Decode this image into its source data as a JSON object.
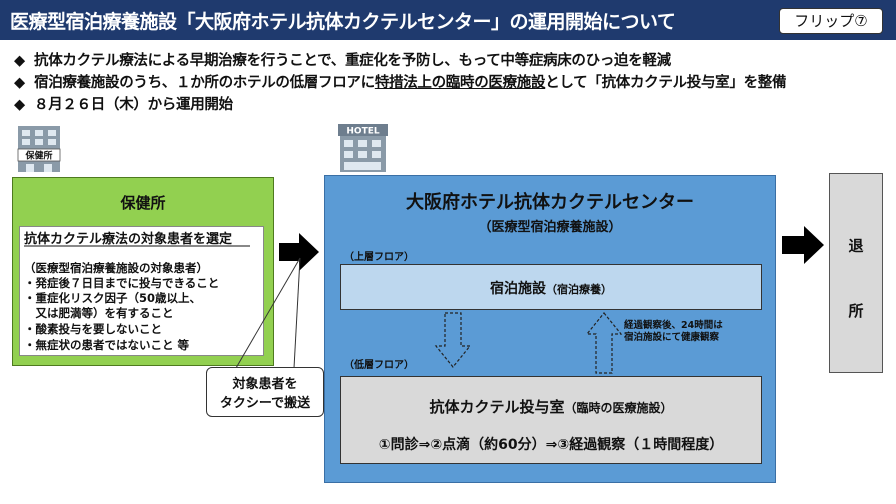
{
  "header": {
    "title": "医療型宿泊療養施設「大阪府ホテル抗体カクテルセンター」の運用開始について",
    "flip_label": "フリップ⑦"
  },
  "bullets": [
    {
      "mark": "◆",
      "text": "抗体カクテル療法による早期治療を行うことで、重症化を予防し、もって中等症病床のひっ迫を軽減"
    },
    {
      "mark": "◆",
      "pre": "宿泊療養施設のうち、１か所のホテルの低層フロアに",
      "underlined": "特措法上の臨時の医療施設",
      "post": "として「抗体カクテル投与室」を整備"
    },
    {
      "mark": "◆",
      "text": "８月２６日（木）から運用開始"
    }
  ],
  "icons": {
    "health_center_sign": "保健所",
    "hotel_sign": "HOTEL"
  },
  "health_center": {
    "title": "保健所",
    "select_text": "抗体カクテル療法の対象患者を選定",
    "criteria_heading": "（医療型宿泊療養施設の対象患者）",
    "criteria": [
      "・発症後７日目までに投与できること",
      "・重症化リスク因子（50歳以上、",
      "　又は肥満等）を有すること",
      "・酸素投与を要しないこと",
      "・無症状の患者ではないこと 等"
    ]
  },
  "taxi": {
    "line1": "対象患者を",
    "line2": "タクシーで搬送"
  },
  "center": {
    "title": "大阪府ホテル抗体カクテルセンター",
    "subtitle": "（医療型宿泊療養施設）",
    "upper_floor": "（上層フロア）",
    "lower_floor": "（低層フロア）",
    "lodging_main": "宿泊施設",
    "lodging_sub": "（宿泊療養）",
    "observation_note_1": "経過観察後、24時間は",
    "observation_note_2": "宿泊施設にて健康観察",
    "room_main": "抗体カクテル投与室",
    "room_sub": "（臨時の医療施設）",
    "flow": "①問診⇒②点滴（約60分）⇒③経過観察（１時間程度）"
  },
  "exit": {
    "char1": "退",
    "char2": "所"
  },
  "colors": {
    "title_bar": "#1f3a6e",
    "health_center_fill": "#92d050",
    "center_fill": "#5b9bd5",
    "lodging_fill": "#bdd7ee",
    "room_fill": "#d9d9d9",
    "exit_fill": "#d9d9d9"
  }
}
